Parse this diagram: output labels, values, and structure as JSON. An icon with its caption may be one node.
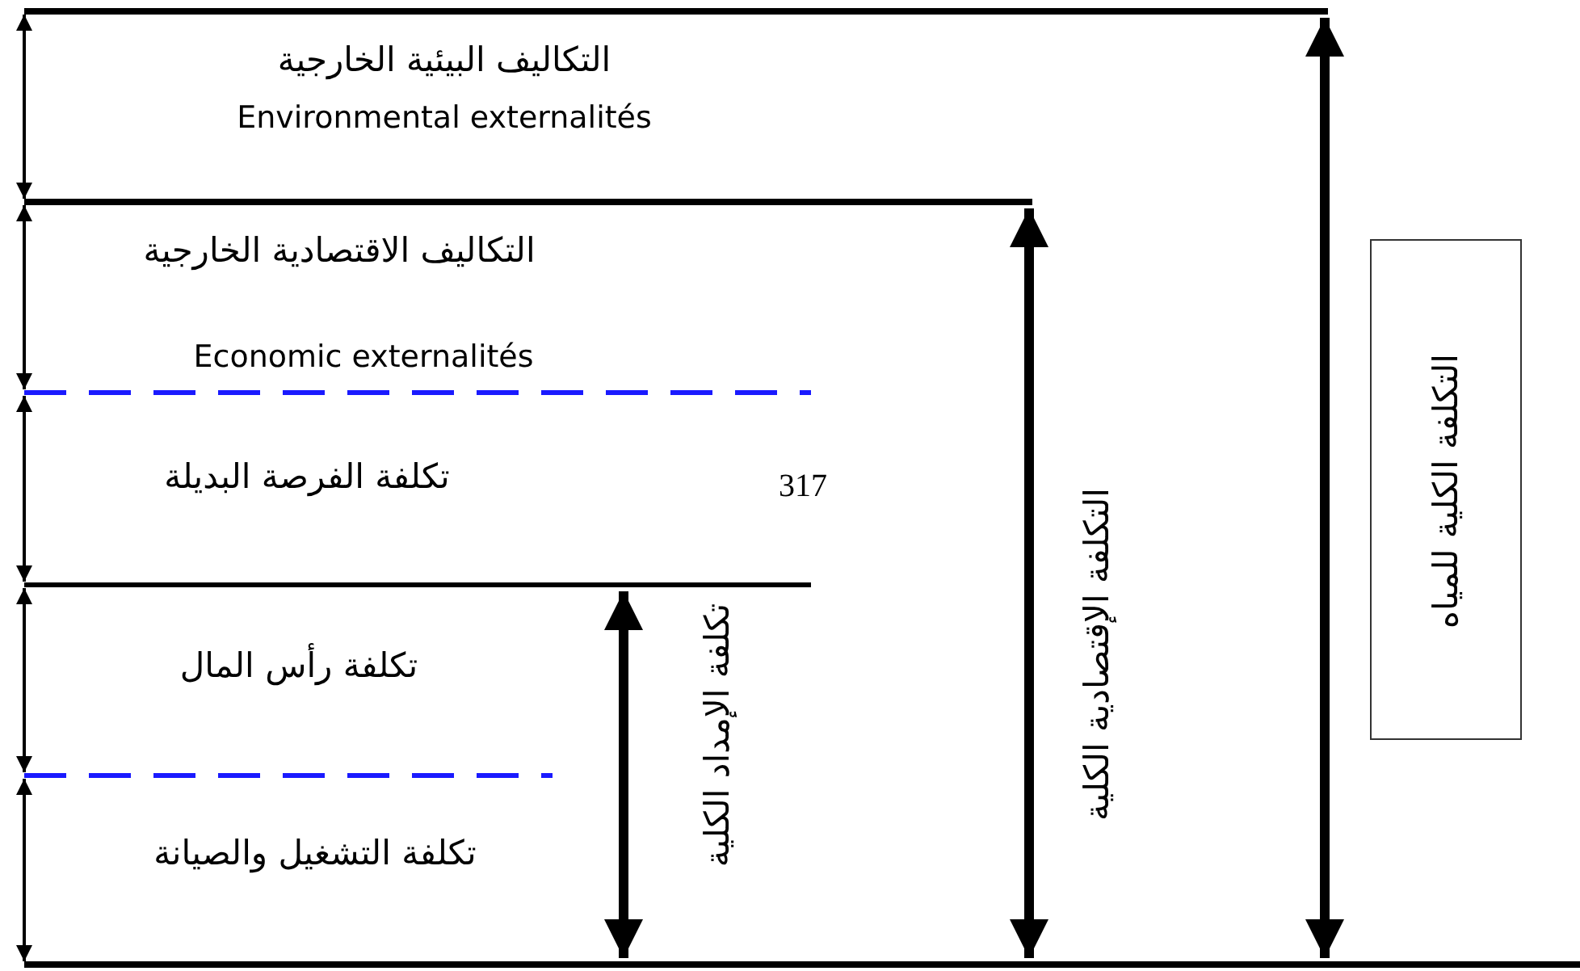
{
  "diagram": {
    "nodes": [
      {
        "text": [
          "التكلفة الكلية للمياه"
        ]
      }
    ],
    "edges": [],
    "labels": [
      "التكاليف البيئية الخارجية",
      "Environmental externalités",
      "التكاليف الاقتصادية الخارجية",
      "Economic externalités",
      "تكلفة الفرصة البديلة",
      "317",
      "تكلفة رأس المال",
      "تكلفة التشغيل والصيانة",
      "تكلفة الإمداد الكلية",
      "التكلفة الإقتصادية الكلية"
    ]
  }
}
